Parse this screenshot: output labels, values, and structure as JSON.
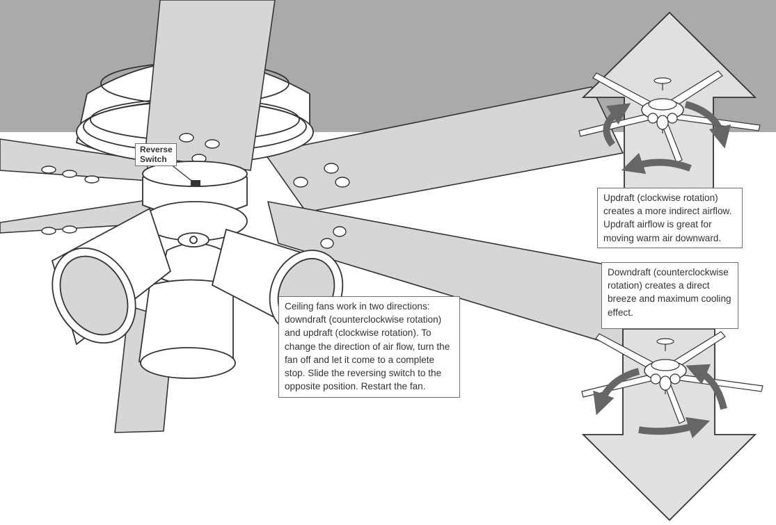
{
  "colors": {
    "ceiling": "#aaaaaa",
    "blade": "#d6d6d6",
    "arrow_fill": "#e0e0e0",
    "rotation_arrow": "#666666",
    "outline": "#333333",
    "callout_border": "#6f6f6f",
    "text": "#333333"
  },
  "labels": {
    "reverse_switch": "Reverse\nSwitch"
  },
  "callouts": {
    "main": "Ceiling fans work in two directions:\ndowndraft (counterclockwise rotation)\nand updraft (clockwise rotation). To\nchange the direction of air flow, turn the\nfan off and let it come to a complete\nstop. Slide the reversing switch to the\nopposite position. Restart the fan.",
    "updraft": "Updraft (clockwise rotation)\ncreates a more indirect airflow.\nUpdraft airflow is great for\nmoving warm air downward.",
    "downdraft": "Downdraft (counterclockwise\nrotation) creates a direct\nbreeze and maximum cooling\neffect."
  },
  "icons": {
    "up_arrow": "updraft-direction-arrow-icon",
    "down_arrow": "downdraft-direction-arrow-icon",
    "clockwise": "clockwise-rotation-icon",
    "counterclockwise": "counterclockwise-rotation-icon"
  }
}
